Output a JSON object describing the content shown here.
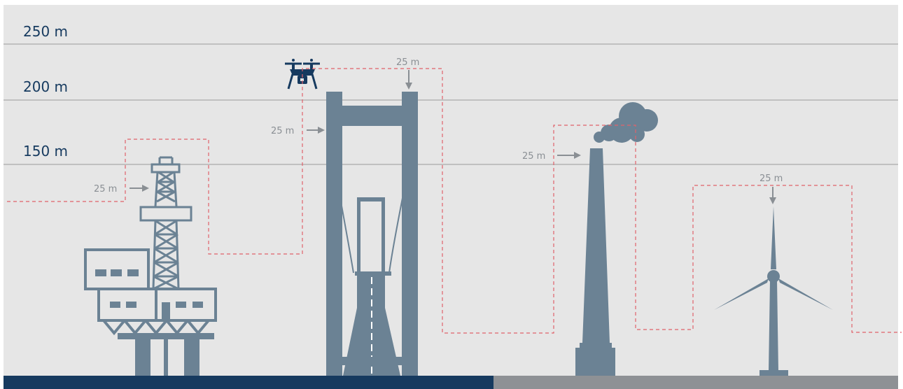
{
  "height_levels": [
    {
      "label": "250 m",
      "value": 250
    },
    {
      "label": "200 m",
      "value": 200
    },
    {
      "label": "150 m",
      "value": 150
    }
  ],
  "clearance_label": "25 m",
  "structures": [
    {
      "name": "offshore-oil-rig",
      "clearance_label": "25 m"
    },
    {
      "name": "suspension-bridge-tower",
      "clearance_label": "25 m"
    },
    {
      "name": "industrial-chimney",
      "clearance_label": "25 m"
    },
    {
      "name": "wind-turbine",
      "clearance_label": "25 m"
    }
  ],
  "icons": [
    "drone-icon",
    "oil-rig-icon",
    "bridge-icon",
    "chimney-icon",
    "smoke-icon",
    "wind-turbine-icon"
  ],
  "colors": {
    "background": "#e6e6e6",
    "structure": "#6b8294",
    "flight_path": "#e0626a",
    "gridline": "#9a9a9a",
    "height_label": "#163a5f",
    "arrow": "#8a8f94",
    "sea": "#163a5f",
    "ground": "#8e9195",
    "drone": "#163a5f"
  }
}
